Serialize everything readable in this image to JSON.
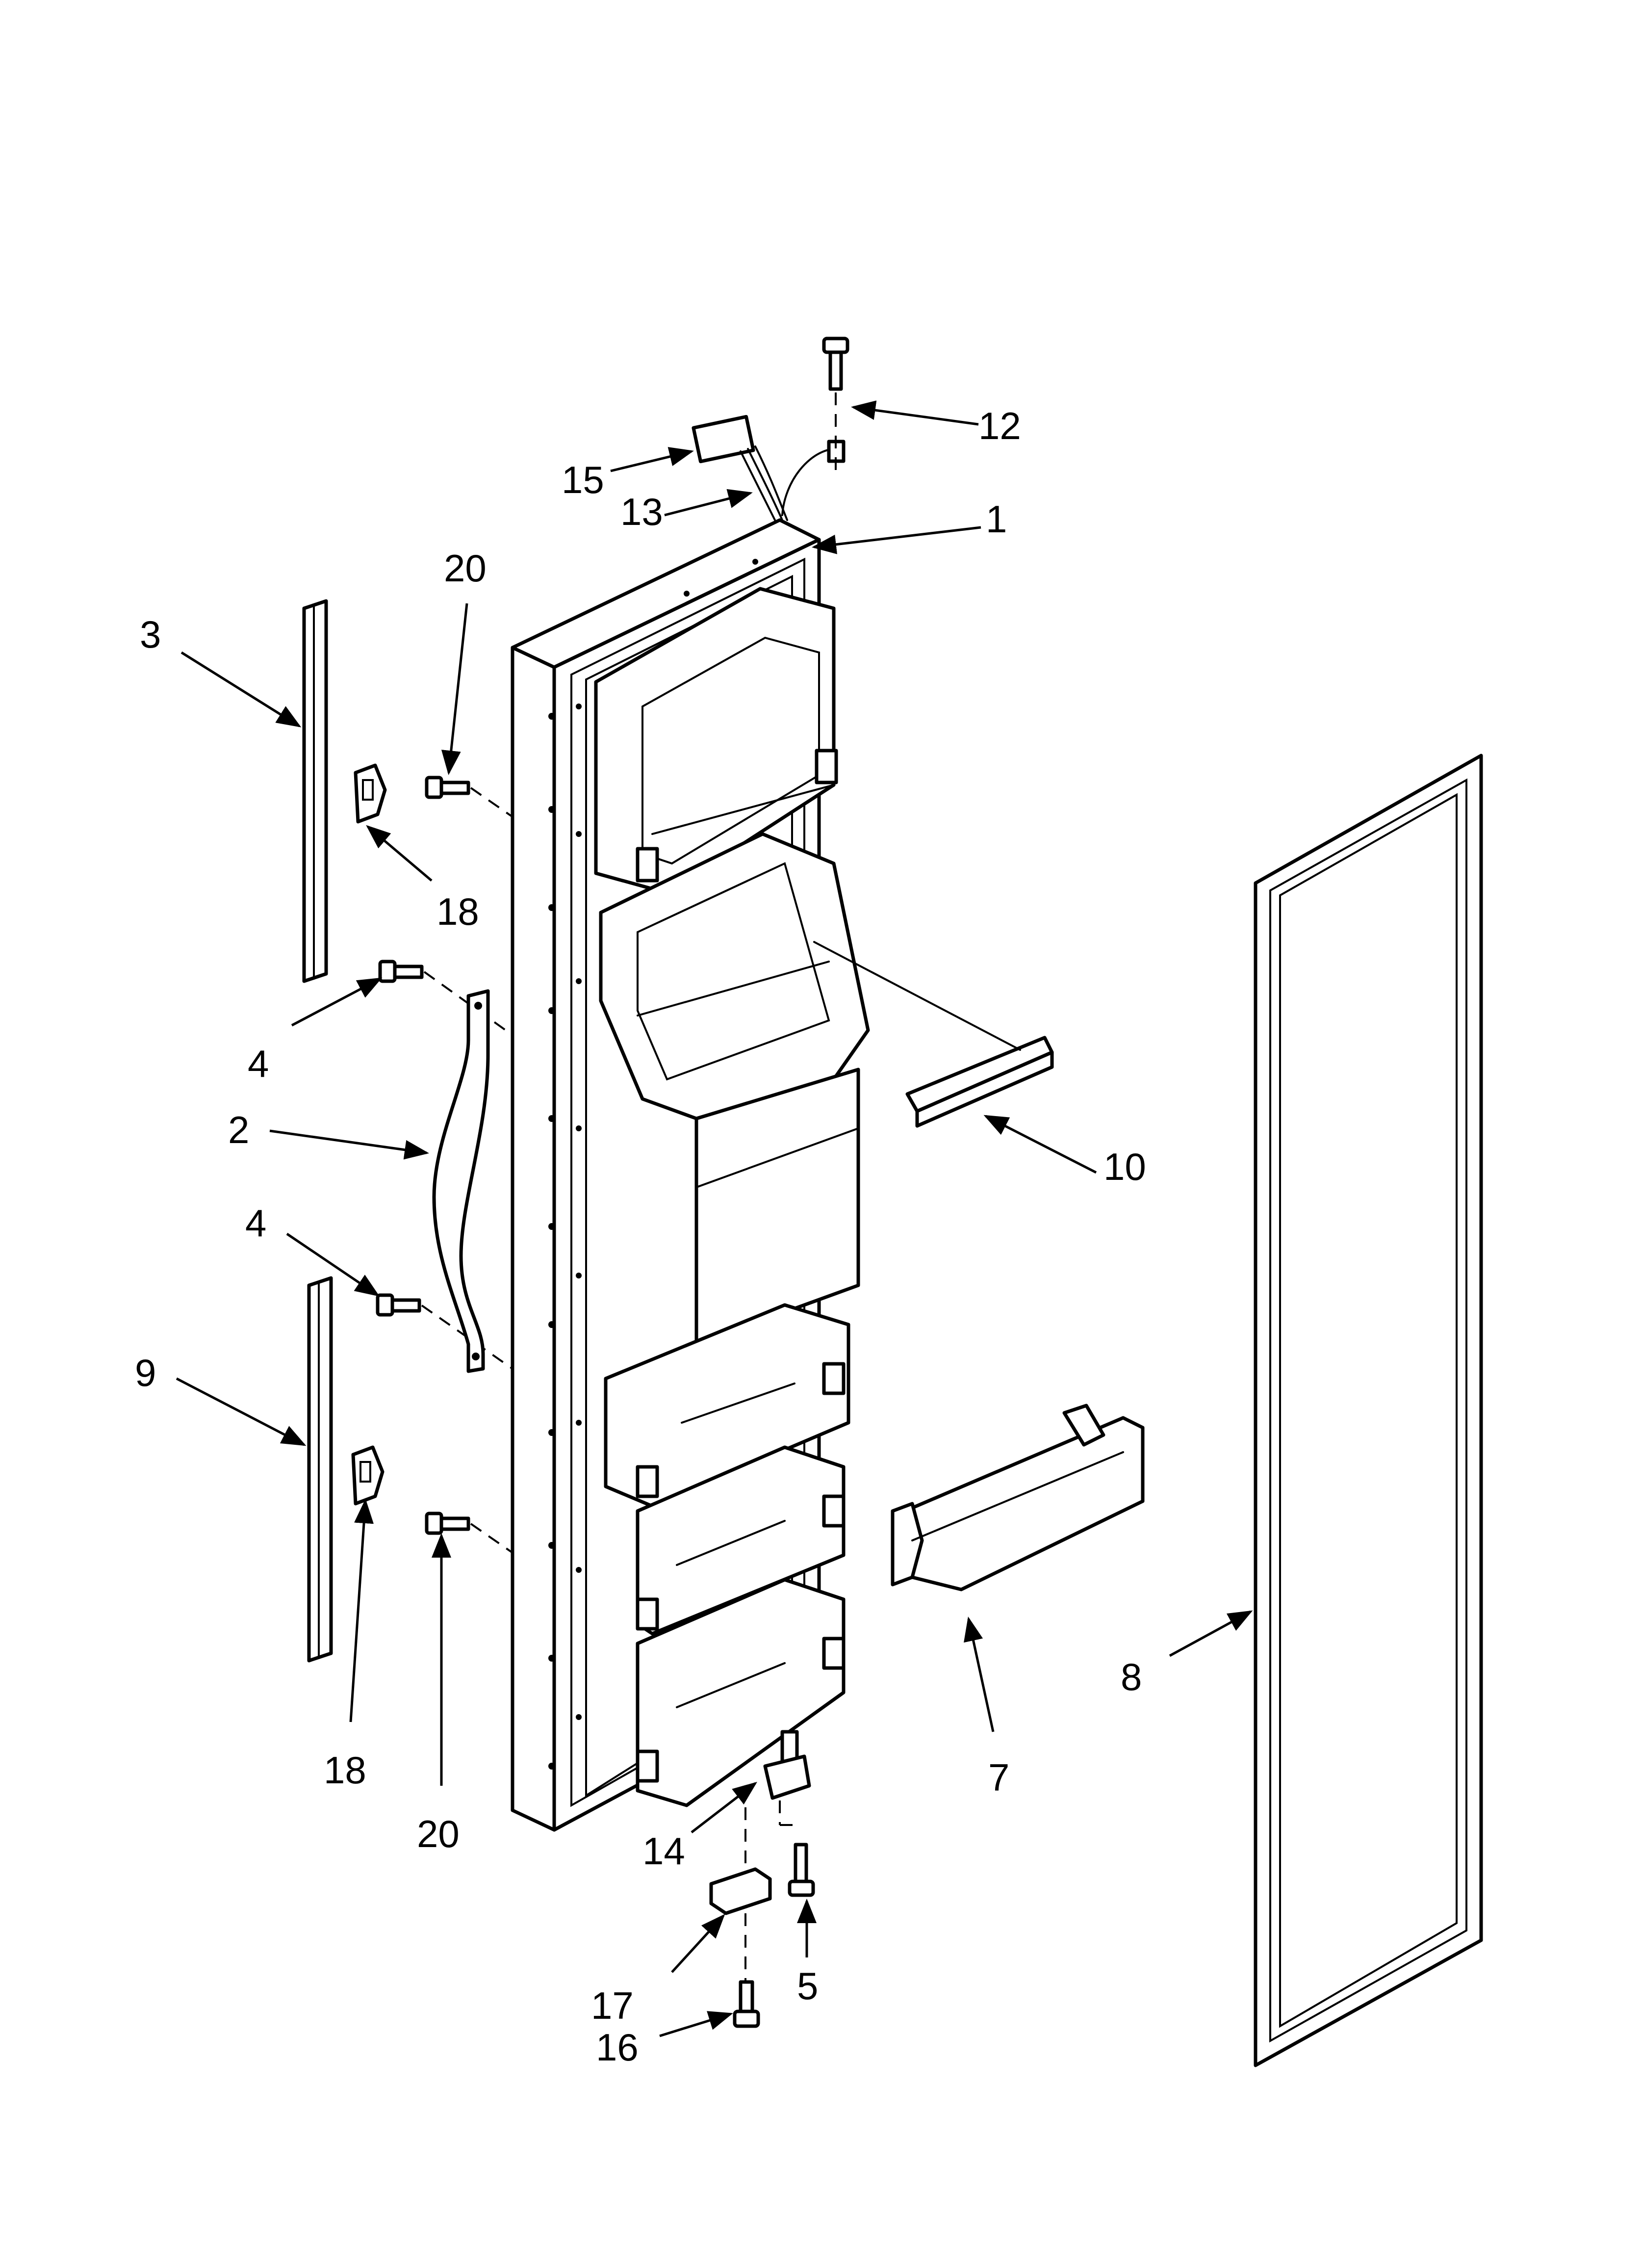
{
  "diagram": {
    "callouts": [
      {
        "id": "c-12",
        "text": "12"
      },
      {
        "id": "c-15",
        "text": "15"
      },
      {
        "id": "c-13",
        "text": "13"
      },
      {
        "id": "c-1",
        "text": "1"
      },
      {
        "id": "c-20a",
        "text": "20"
      },
      {
        "id": "c-3",
        "text": "3"
      },
      {
        "id": "c-18a",
        "text": "18"
      },
      {
        "id": "c-4a",
        "text": "4"
      },
      {
        "id": "c-2",
        "text": "2"
      },
      {
        "id": "c-10",
        "text": "10"
      },
      {
        "id": "c-4b",
        "text": "4"
      },
      {
        "id": "c-9",
        "text": "9"
      },
      {
        "id": "c-8",
        "text": "8"
      },
      {
        "id": "c-7",
        "text": "7"
      },
      {
        "id": "c-18b",
        "text": "18"
      },
      {
        "id": "c-20b",
        "text": "20"
      },
      {
        "id": "c-14",
        "text": "14"
      },
      {
        "id": "c-17",
        "text": "17"
      },
      {
        "id": "c-5",
        "text": "5"
      },
      {
        "id": "c-16",
        "text": "16"
      }
    ]
  }
}
